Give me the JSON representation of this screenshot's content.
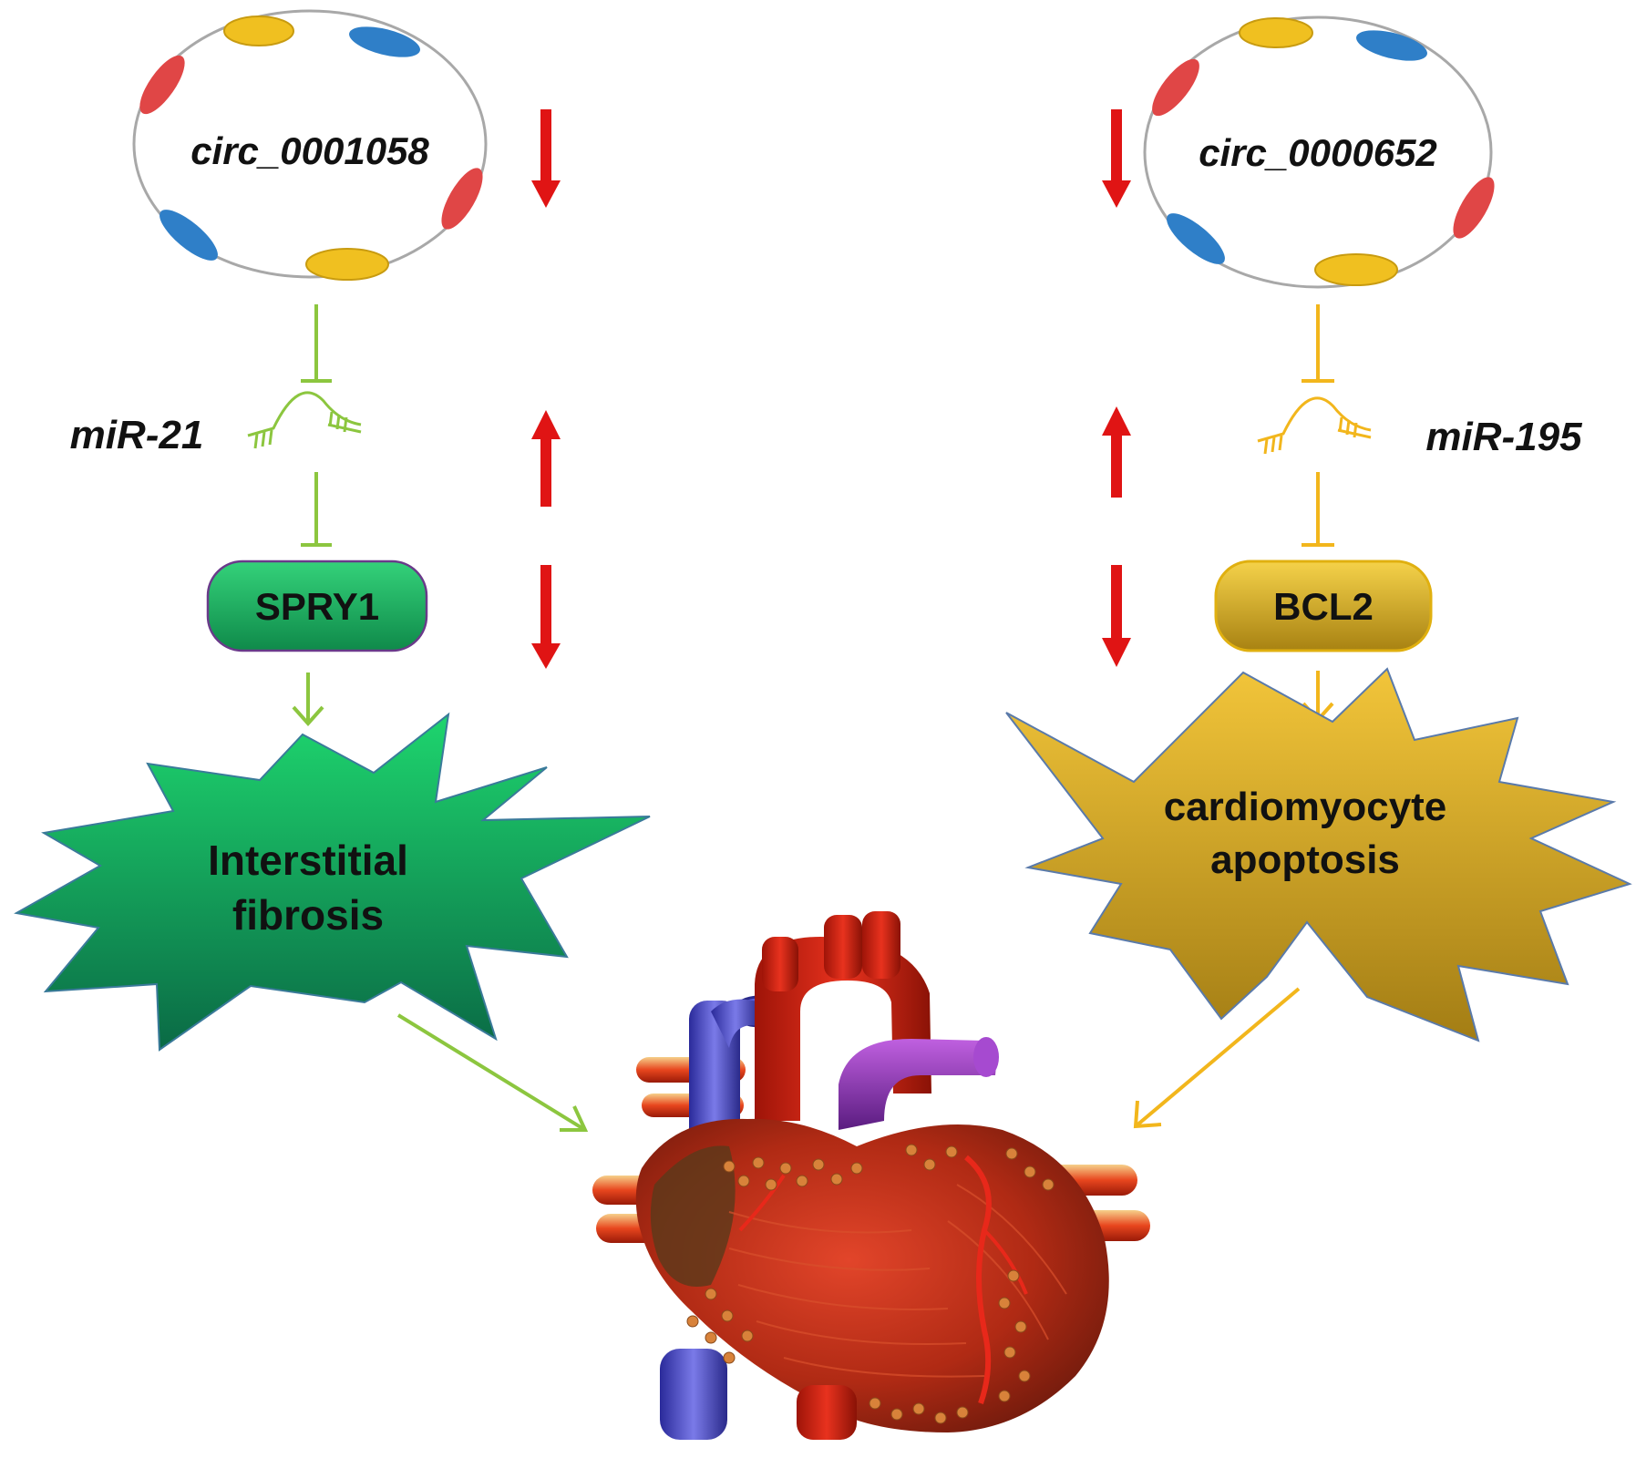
{
  "left_pathway": {
    "circrna_label": "circ_0001058",
    "mirna_label": "miR-21",
    "target_label": "SPRY1",
    "outcome_line1": "Interstitial",
    "outcome_line2": "fibrosis",
    "color": "#8cc63f"
  },
  "right_pathway": {
    "circrna_label": "circ_0000652",
    "mirna_label": "miR-195",
    "target_label": "BCL2",
    "outcome_line1": "cardiomyocyte",
    "outcome_line2": "apoptosis",
    "color": "#f2b61c"
  },
  "colors": {
    "regulation_arrows": "#e01414",
    "circle_red_beads": "#e04646",
    "circle_blue_beads": "#2f7fc8",
    "circle_yellow_beads": "#f0c020"
  },
  "icons": [
    "circrna-ring-icon",
    "mirna-hairpin-icon",
    "heart-icon"
  ]
}
